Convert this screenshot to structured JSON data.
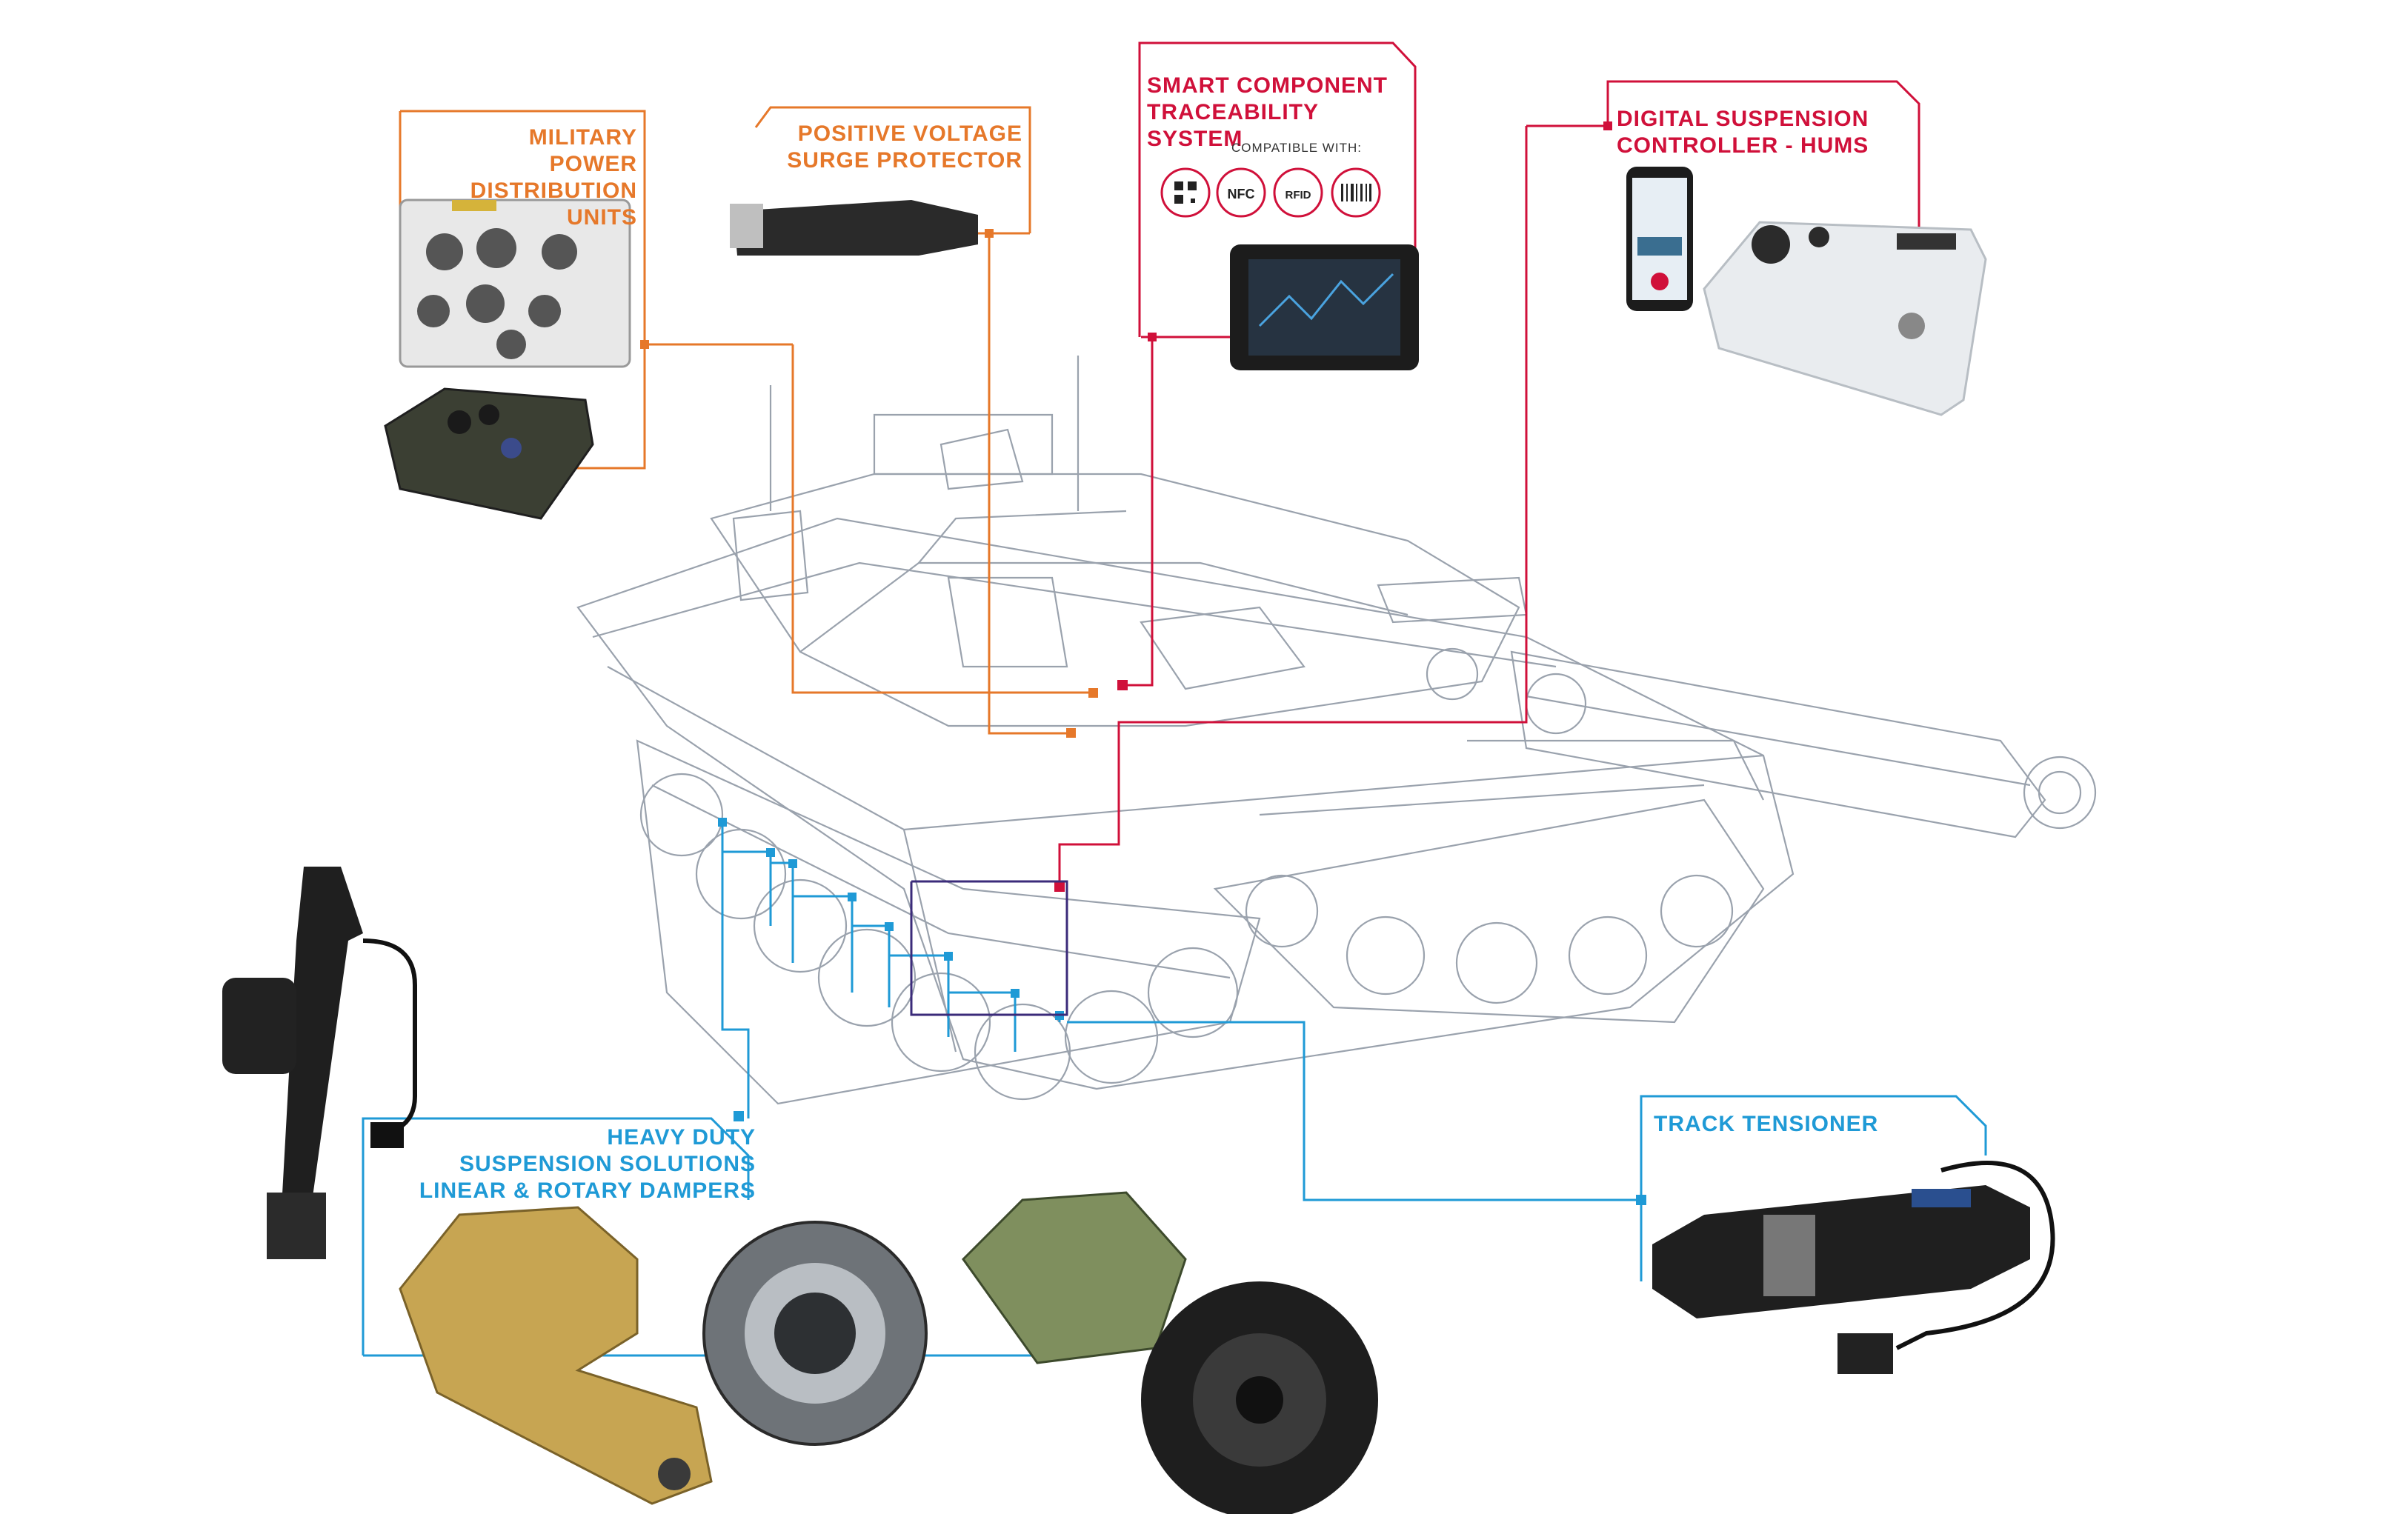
{
  "colors": {
    "orange": "#e6782a",
    "crimson": "#d0103a",
    "blue": "#1f9ad6",
    "tank_line": "#9aa2ad"
  },
  "callouts": {
    "pdu": {
      "line1": "MILITARY POWER",
      "line2": "DISTRIBUTION UNITS"
    },
    "surge": {
      "line1": "POSITIVE VOLTAGE",
      "line2": "SURGE PROTECTOR"
    },
    "trace": {
      "line1": "SMART COMPONENT",
      "line2": "TRACEABILITY SYSTEM",
      "compat": "COMPATIBLE WITH:",
      "badges": [
        "QR",
        "NFC",
        "RFID",
        "BARCODE"
      ]
    },
    "hums": {
      "line1": "DIGITAL SUSPENSION",
      "line2": "CONTROLLER - HUMS"
    },
    "suspension": {
      "line1": "HEAVY DUTY",
      "line2": "SUSPENSION SOLUTIONS",
      "line3": "LINEAR & ROTARY DAMPERS"
    },
    "tensioner": {
      "line1": "TRACK TENSIONER"
    }
  },
  "icons": {
    "qr": "qr-code-icon",
    "nfc": "nfc-icon",
    "rfid": "rfid-icon",
    "barcode": "barcode-icon"
  }
}
